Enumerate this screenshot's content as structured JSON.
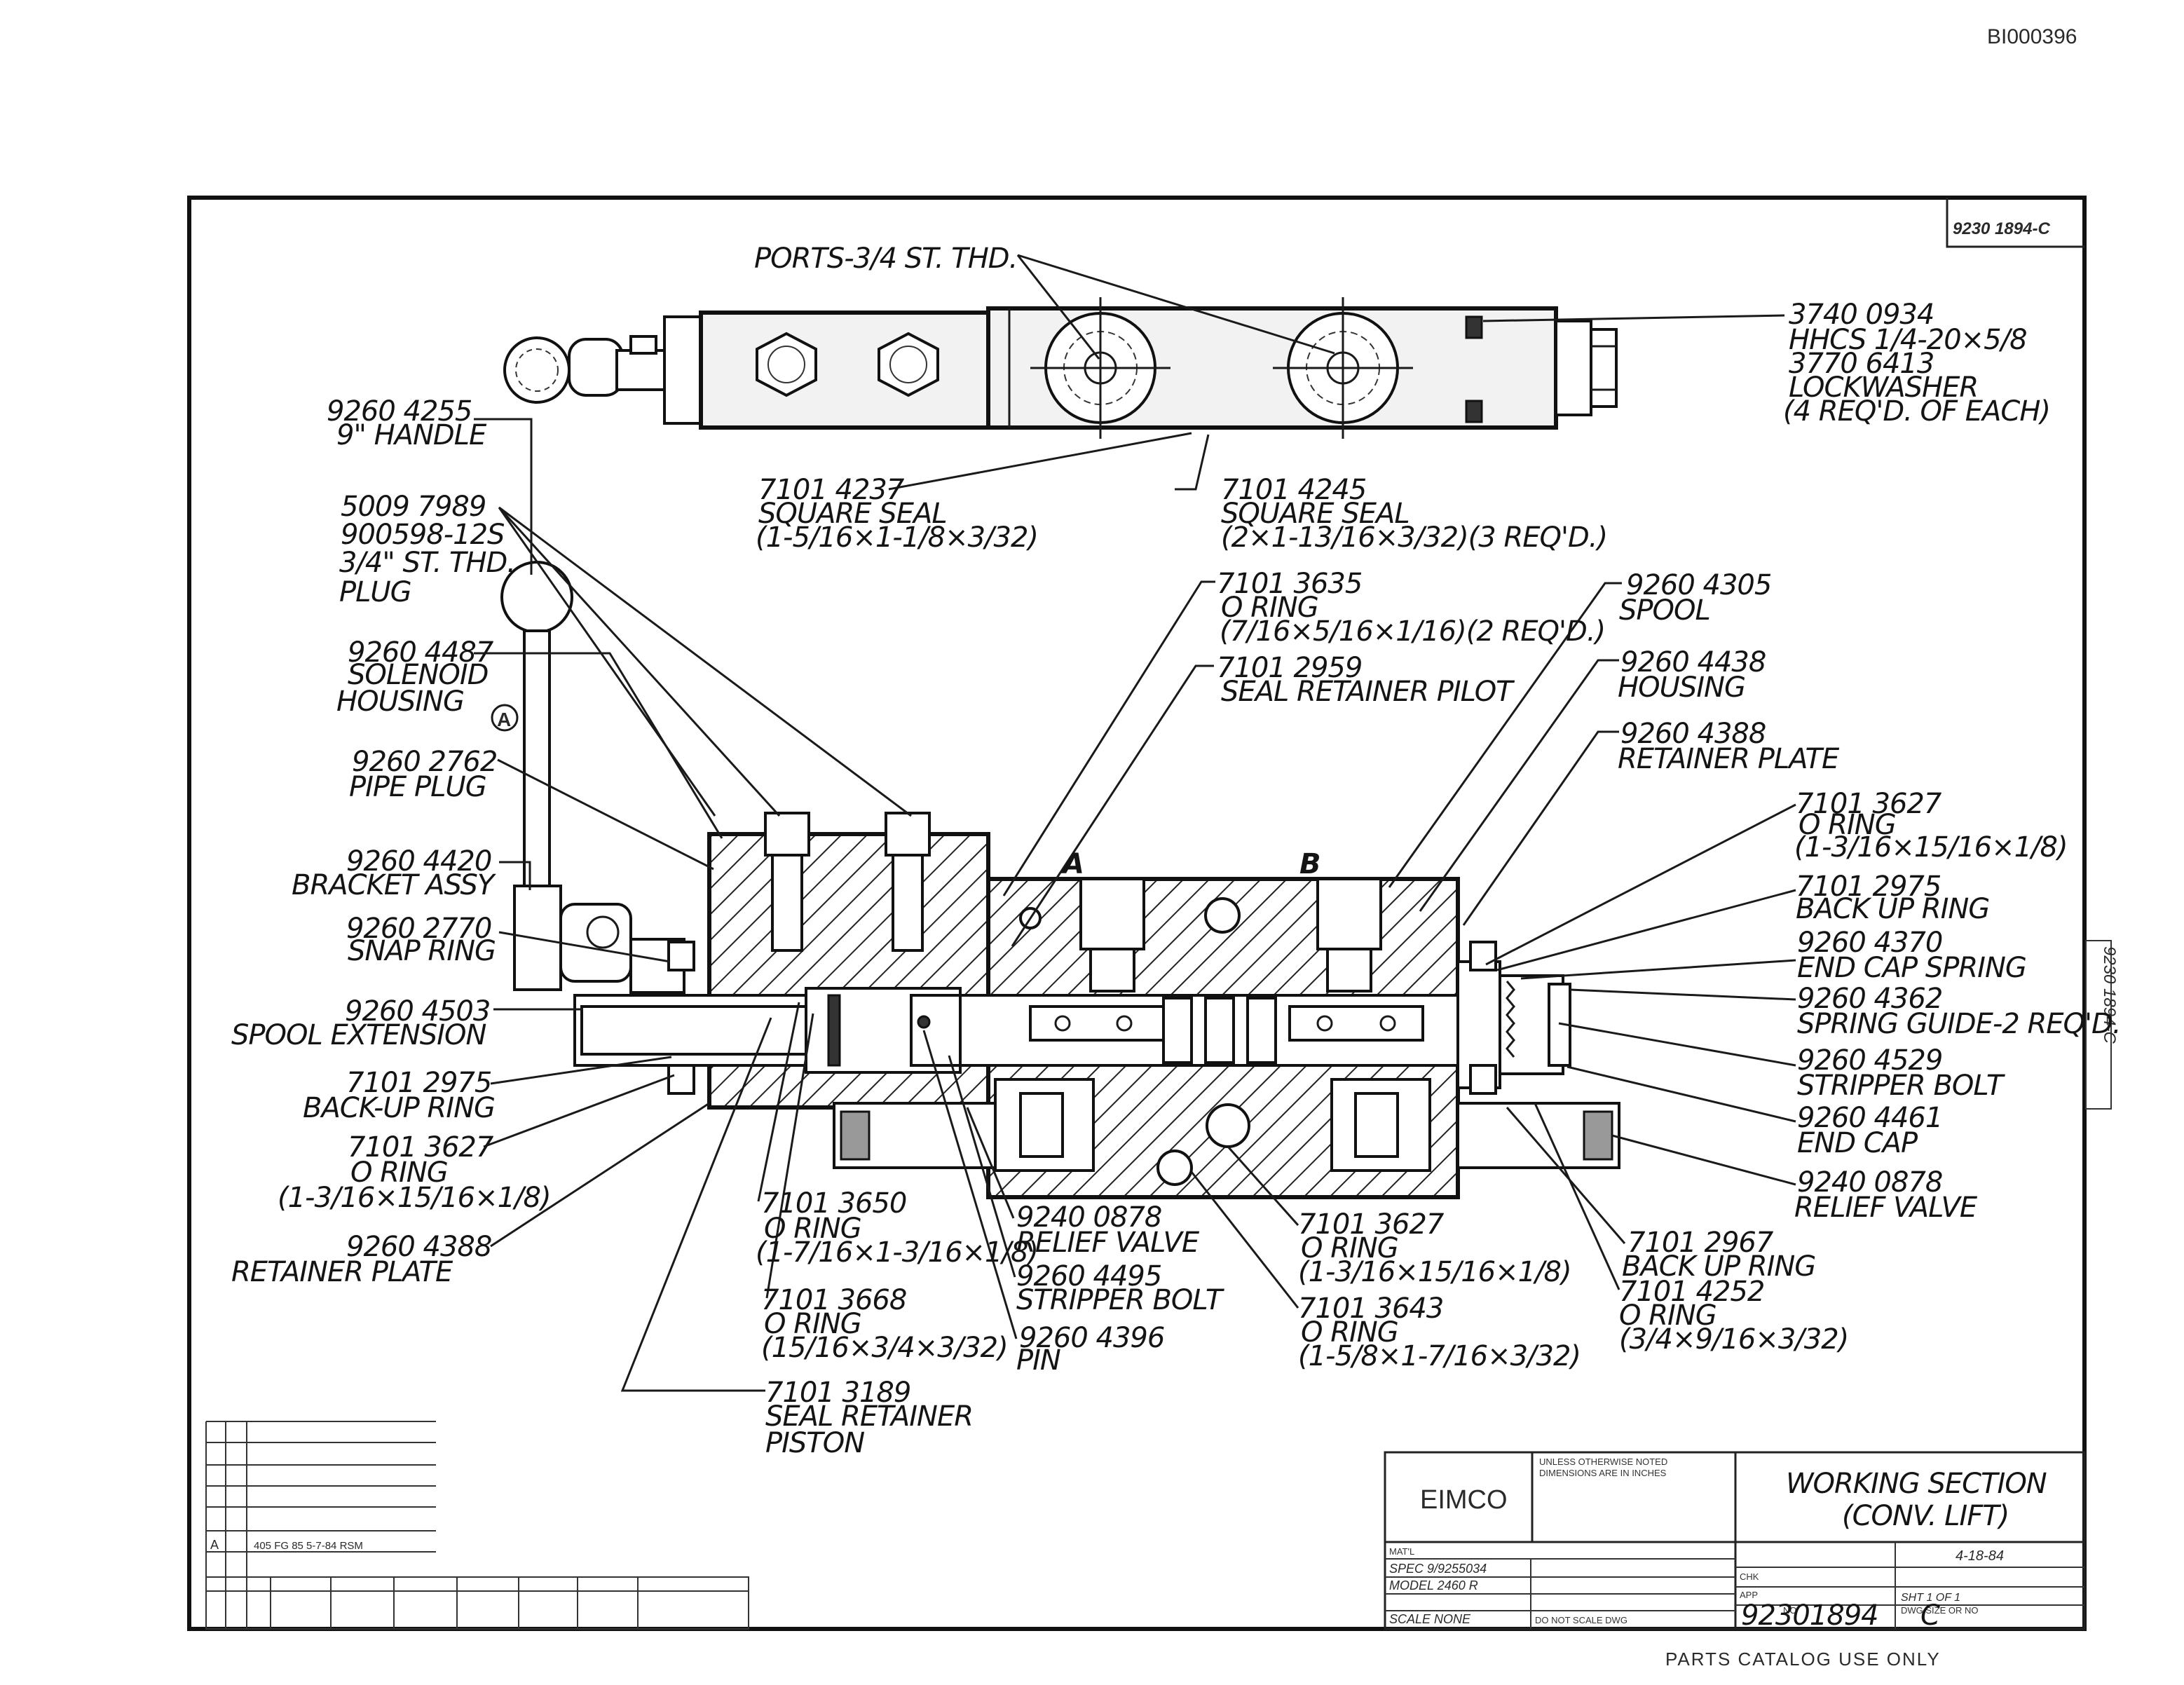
{
  "header": {
    "doc_id": "BI000396"
  },
  "drawing": {
    "corner_number": "9230 1894-C",
    "side_number": "9230 1894-C"
  },
  "callouts": {
    "ports": "PORTS-3/4 ST. THD.",
    "hhcs": {
      "part": "3740 0934",
      "desc": "HHCS 1/4-20×5/8"
    },
    "lockwasher": {
      "part": "3770 6413",
      "desc": "LOCKWASHER",
      "qty": "(4 REQ'D. OF EACH)"
    },
    "handle": {
      "part": "9260 4255",
      "desc": "9\" HANDLE"
    },
    "plug": {
      "part1": "5009 7989",
      "part2": "900598-12S",
      "desc1": "3/4\" ST. THD.",
      "desc2": "PLUG"
    },
    "square_seal_1": {
      "part": "7101 4237",
      "desc": "SQUARE SEAL",
      "size": "(1-5/16×1-1/8×3/32)"
    },
    "square_seal_2": {
      "part": "7101 4245",
      "desc": "SQUARE SEAL",
      "size": "(2×1-13/16×3/32)(3 REQ'D.)"
    },
    "o_ring_pilot": {
      "part": "7101 3635",
      "desc": "O RING",
      "size": "(7/16×5/16×1/16)(2 REQ'D.)"
    },
    "seal_retainer_pilot": {
      "part": "7101 2959",
      "desc": "SEAL RETAINER PILOT"
    },
    "spool": {
      "part": "9260 4305",
      "desc": "SPOOL"
    },
    "housing": {
      "part": "9260 4438",
      "desc": "HOUSING"
    },
    "retainer_plate_r": {
      "part": "9260 4388",
      "desc": "RETAINER PLATE"
    },
    "solenoid_housing": {
      "part": "9260 4487",
      "desc1": "SOLENOID",
      "desc2": "HOUSING"
    },
    "circle_a": "A",
    "pipe_plug": {
      "part": "9260 2762",
      "desc": "PIPE PLUG"
    },
    "bracket": {
      "part": "9260 4420",
      "desc": "BRACKET ASSY"
    },
    "snap_ring": {
      "part": "9260 2770",
      "desc": "SNAP RING"
    },
    "spool_ext": {
      "part": "9260 4503",
      "desc": "SPOOL EXTENSION"
    },
    "backup_ring_l": {
      "part": "7101 2975",
      "desc": "BACK-UP RING"
    },
    "o_ring_l": {
      "part": "7101 3627",
      "desc": "O RING",
      "size": "(1-3/16×15/16×1/8)"
    },
    "retainer_plate_l": {
      "part": "9260 4388",
      "desc": "RETAINER PLATE"
    },
    "o_ring_r1": {
      "part": "7101 3627",
      "desc": "O RING",
      "size": "(1-3/16×15/16×1/8)"
    },
    "backup_ring_r": {
      "part": "7101 2975",
      "desc": "BACK UP RING"
    },
    "end_cap_spring": {
      "part": "9260 4370",
      "desc": "END CAP SPRING"
    },
    "spring_guide": {
      "part": "9260 4362",
      "desc": "SPRING GUIDE-2 REQ'D."
    },
    "stripper_bolt_r": {
      "part": "9260 4529",
      "desc": "STRIPPER BOLT"
    },
    "end_cap": {
      "part": "9260 4461",
      "desc": "END CAP"
    },
    "relief_valve_r": {
      "part": "9240 0878",
      "desc": "RELIEF VALVE"
    },
    "o_ring_3650": {
      "part": "7101 3650",
      "desc": "O RING",
      "size": "(1-7/16×1-3/16×1/8)"
    },
    "relief_valve_c": {
      "part": "9240 0878",
      "desc": "RELIEF VALVE"
    },
    "stripper_bolt_c": {
      "part": "9260 4495",
      "desc": "STRIPPER BOLT"
    },
    "o_ring_3668": {
      "part": "7101 3668",
      "desc": "O RING",
      "size": "(15/16×3/4×3/32)"
    },
    "pin": {
      "part": "9260 4396",
      "desc": "PIN"
    },
    "seal_retainer_piston": {
      "part": "7101 3189",
      "desc1": "SEAL RETAINER",
      "desc2": "PISTON"
    },
    "o_ring_c1": {
      "part": "7101 3627",
      "desc": "O RING",
      "size": "(1-3/16×15/16×1/8)"
    },
    "o_ring_3643": {
      "part": "7101 3643",
      "desc": "O RING",
      "size": "(1-5/8×1-7/16×3/32)"
    },
    "backup_ring_2967": {
      "part": "7101 2967",
      "desc": "BACK UP RING"
    },
    "o_ring_4252": {
      "part": "7101 4252",
      "desc": "O RING",
      "size": "(3/4×9/16×3/32)"
    },
    "port_a": "A",
    "port_b": "B"
  },
  "title_block": {
    "company": "EIMCO",
    "tolerance_note1": "UNLESS OTHERWISE NOTED",
    "tolerance_note2": "DIMENSIONS ARE IN INCHES",
    "title1": "WORKING SECTION",
    "title2": "(CONV. LIFT)",
    "matl_label": "MAT'L",
    "spec": "SPEC 9/9255034",
    "model": "MODEL 2460 R",
    "scale": "SCALE NONE",
    "no_scale": "DO NOT SCALE DWG",
    "drawn_date": "4-18-84",
    "chk_label": "CHK",
    "app_label": "APP",
    "sheet": "SHT 1 OF 1",
    "no_label": "NO",
    "drawing_no": "92301894",
    "size_label": "DWG SIZE OR NO",
    "size": "C"
  },
  "revision": {
    "rev_letter": "A",
    "rev_text": "405 FG 85 5-7-84 RSM"
  },
  "footer": {
    "note": "PARTS CATALOG USE ONLY"
  }
}
